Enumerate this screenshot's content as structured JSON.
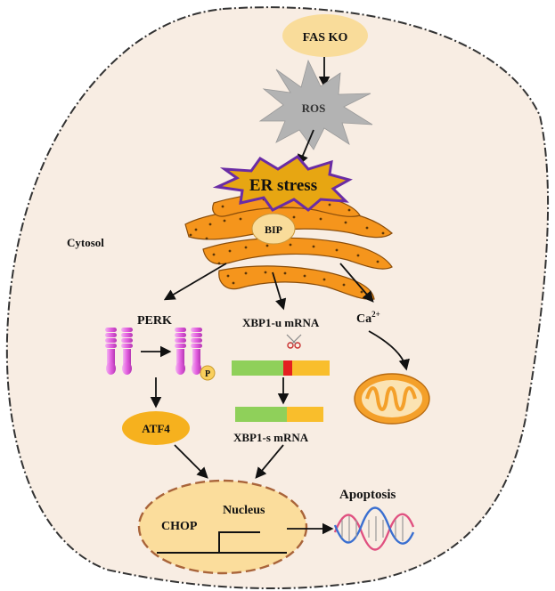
{
  "labels": {
    "fas_ko": "FAS KO",
    "ros": "ROS",
    "er_stress": "ER stress",
    "bip": "BIP",
    "cytosol": "Cytosol",
    "perk": "PERK",
    "phospho": "P",
    "xbp1u": "XBP1-u mRNA",
    "calcium": "Ca",
    "calcium_charge": "2+",
    "xbp1s": "XBP1-s mRNA",
    "atf4": "ATF4",
    "apoptosis": "Apoptosis",
    "chop": "CHOP",
    "nucleus": "Nucleus"
  },
  "colors": {
    "cell_fill": "#f8ede3",
    "node_fill": "#f9dc9a",
    "er_fill": "#f5951c",
    "er_dots": "#5b3608",
    "er_star_fill": "#e7a612",
    "er_star_stroke": "#6a2ca5",
    "ros_fill": "#b3b3b3",
    "perk_fill": "#e878e6",
    "mrna_green": "#8fd05a",
    "mrna_red": "#e42020",
    "mrna_orange": "#f9be2c",
    "atf4_fill": "#f6b11e",
    "nucleus_fill": "#fbdd9c",
    "nucleus_stroke": "#a9643a",
    "mito_fill": "#f4a02a"
  },
  "icons": [
    "scissors-icon",
    "dna-helix-icon",
    "mitochondrion-icon",
    "perk-receptor-icon"
  ]
}
